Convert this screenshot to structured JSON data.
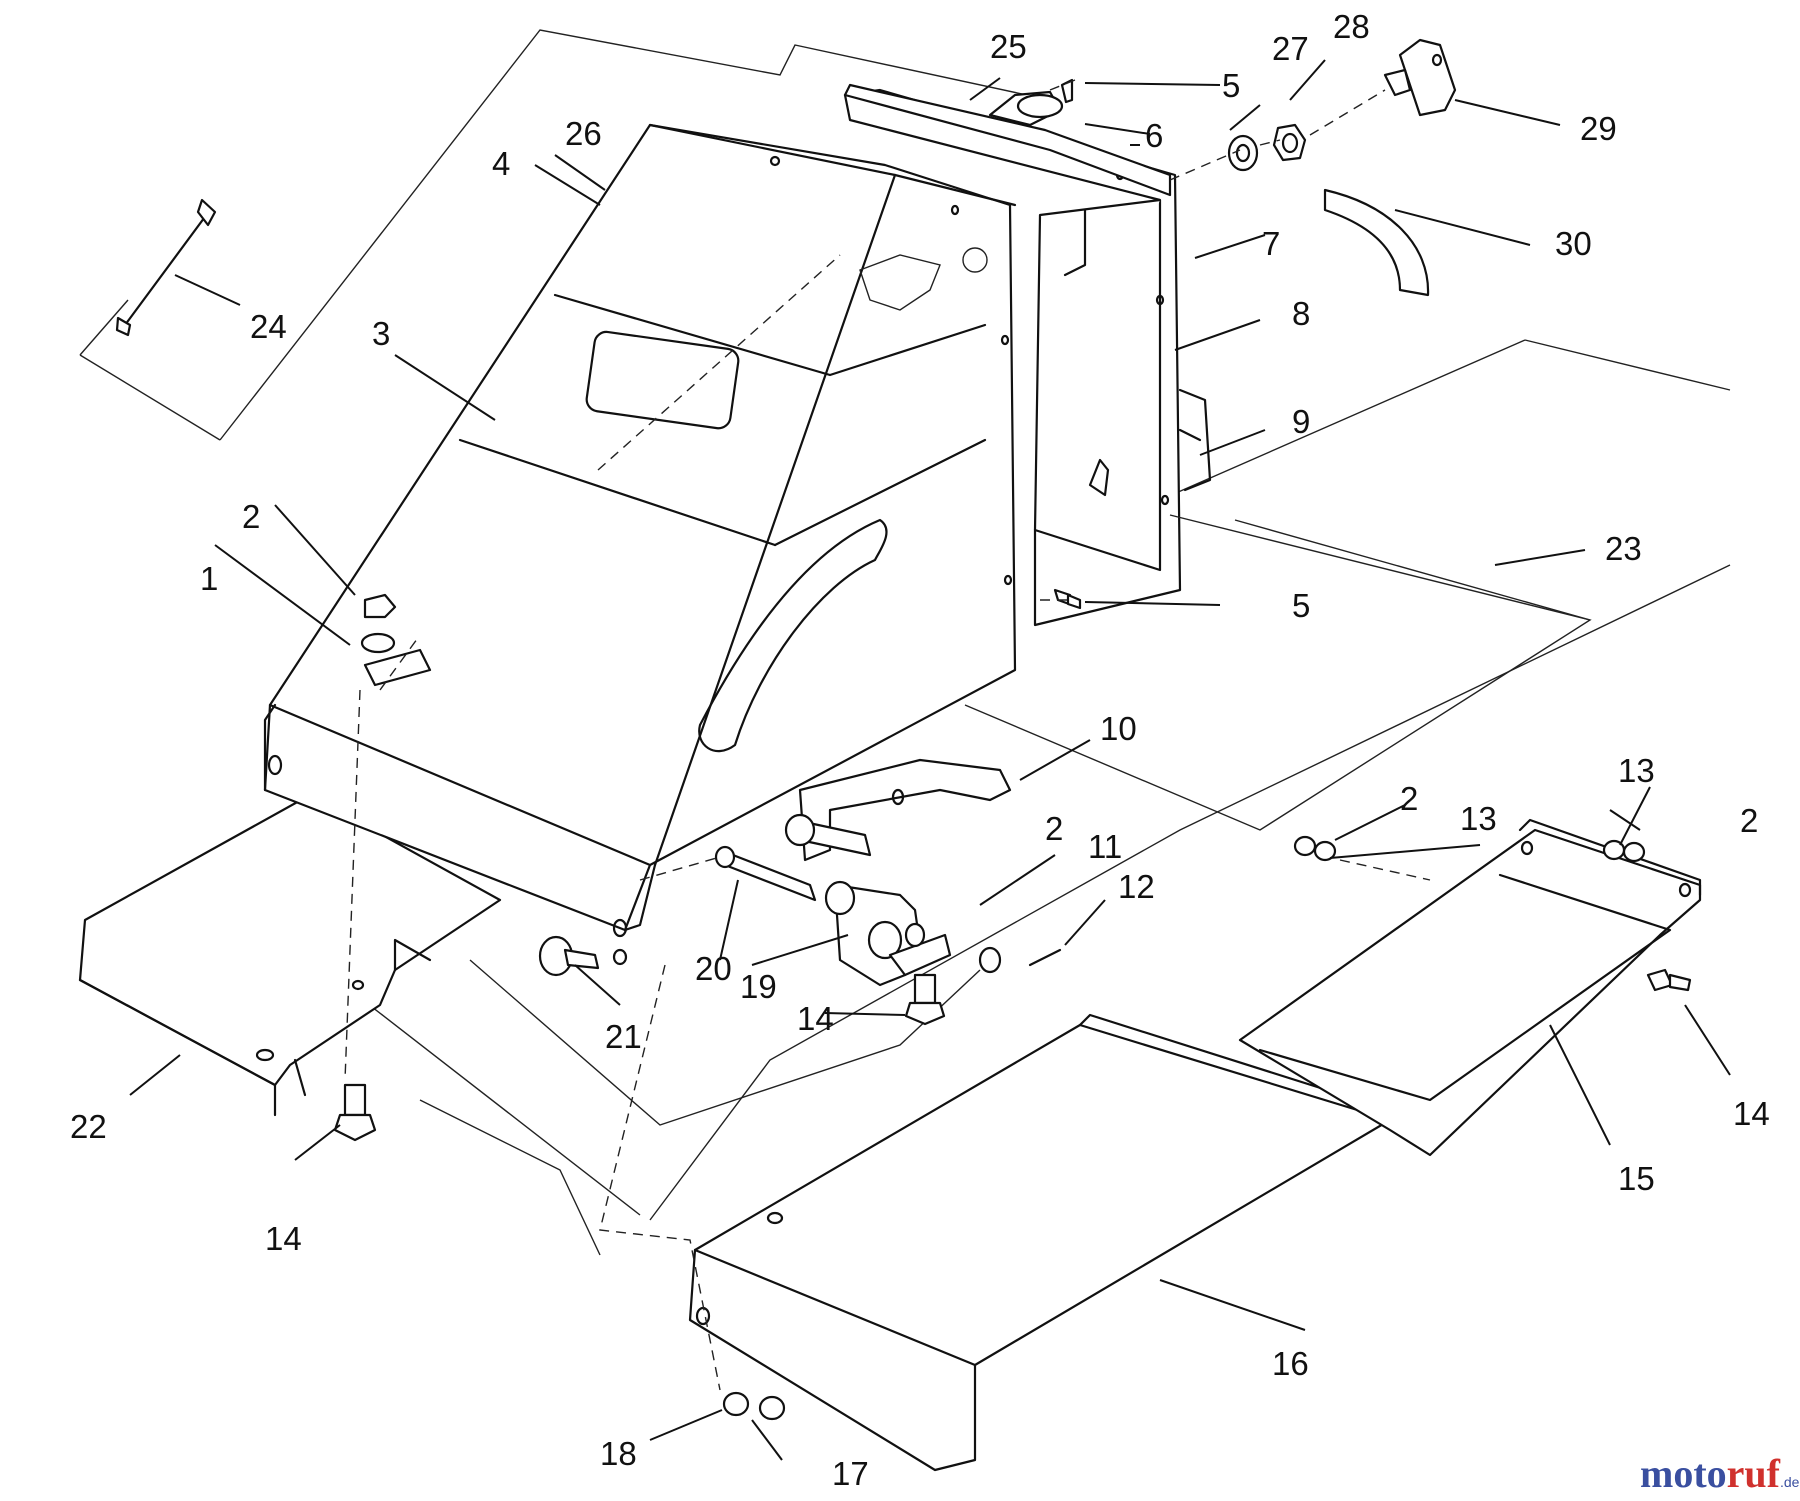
{
  "callouts": [
    {
      "id": "c1",
      "text": "1"
    },
    {
      "id": "c2a",
      "text": "2"
    },
    {
      "id": "c2b",
      "text": "2"
    },
    {
      "id": "c2c",
      "text": "2"
    },
    {
      "id": "c2d",
      "text": "2"
    },
    {
      "id": "c3",
      "text": "3"
    },
    {
      "id": "c4",
      "text": "4"
    },
    {
      "id": "c5a",
      "text": "5"
    },
    {
      "id": "c5b",
      "text": "5"
    },
    {
      "id": "c6",
      "text": "6"
    },
    {
      "id": "c7",
      "text": "7"
    },
    {
      "id": "c8",
      "text": "8"
    },
    {
      "id": "c9",
      "text": "9"
    },
    {
      "id": "c10",
      "text": "10"
    },
    {
      "id": "c11",
      "text": "11"
    },
    {
      "id": "c12",
      "text": "12"
    },
    {
      "id": "c13a",
      "text": "13"
    },
    {
      "id": "c13b",
      "text": "13"
    },
    {
      "id": "c14a",
      "text": "14"
    },
    {
      "id": "c14b",
      "text": "14"
    },
    {
      "id": "c14c",
      "text": "14"
    },
    {
      "id": "c15",
      "text": "15"
    },
    {
      "id": "c16",
      "text": "16"
    },
    {
      "id": "c17",
      "text": "17"
    },
    {
      "id": "c18",
      "text": "18"
    },
    {
      "id": "c19",
      "text": "19"
    },
    {
      "id": "c20",
      "text": "20"
    },
    {
      "id": "c21",
      "text": "21"
    },
    {
      "id": "c22",
      "text": "22"
    },
    {
      "id": "c23",
      "text": "23"
    },
    {
      "id": "c24",
      "text": "24"
    },
    {
      "id": "c25",
      "text": "25"
    },
    {
      "id": "c26",
      "text": "26"
    },
    {
      "id": "c27",
      "text": "27"
    },
    {
      "id": "c28",
      "text": "28"
    },
    {
      "id": "c29",
      "text": "29"
    },
    {
      "id": "c30",
      "text": "30"
    }
  ],
  "watermark": {
    "part1": "moto",
    "part2": "ruf",
    "suffix": ".de"
  },
  "colors": {
    "line": "#111111",
    "watermark_blue": "#3a4fa0",
    "watermark_red": "#d0312d"
  }
}
